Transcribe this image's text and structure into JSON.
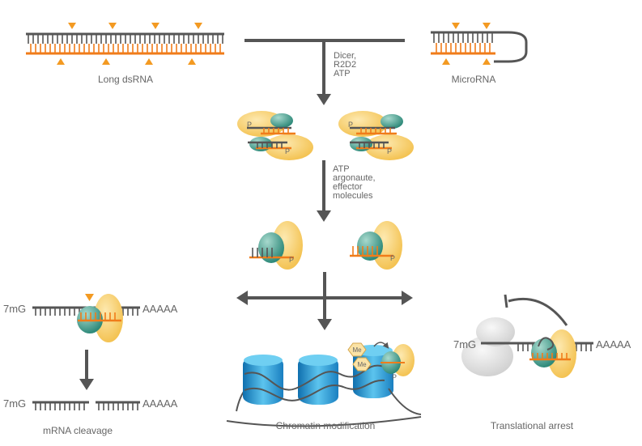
{
  "labels": {
    "long_dsrna": "Long dsRNA",
    "microrna": "MicroRNA",
    "step1": [
      "Dicer,",
      "R2D2",
      "ATP"
    ],
    "step2": [
      "ATP",
      "argonaute,",
      "effector",
      "molecules"
    ],
    "mrna_cleavage": "mRNA cleavage",
    "chromatin_modification": "Chromatin modification",
    "translational_arrest": "Translational arrest",
    "cap_left_top": "7mG",
    "tail_left_top": "AAAAA",
    "cap_left_bottom": "7mG",
    "tail_left_bottom": "AAAAA",
    "cap_right": "7mG",
    "tail_right": "AAAAA",
    "p1": "P",
    "p2": "P",
    "p3": "P",
    "p4": "P",
    "p5": "P",
    "p6": "P",
    "p7": "P",
    "me1": "Me",
    "me2": "Me"
  },
  "colors": {
    "strand_dark": "#555555",
    "strand_orange": "#f07c1a",
    "triangle": "#f39a22",
    "protein_yellow": "#f6cf6e",
    "protein_teal": "#3f9a8a",
    "nucleosome_blue": "#2aa3dc",
    "ribosome_grey": "#e2e2e2",
    "arrow": "#555555"
  }
}
